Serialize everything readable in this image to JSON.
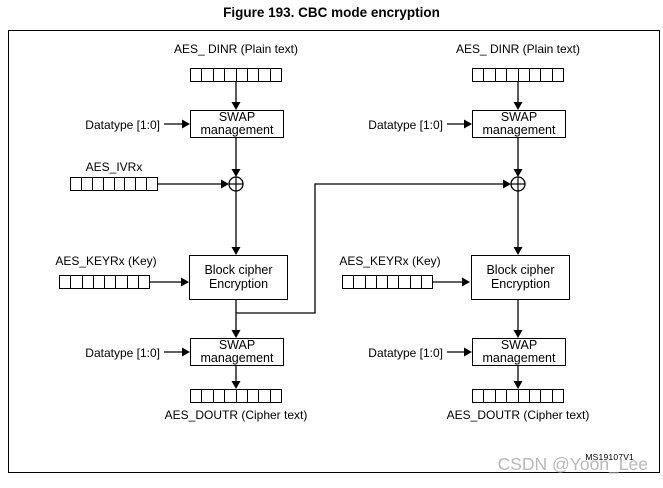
{
  "title": "Figure 193. CBC mode encryption",
  "figure_code": "MS19107V1",
  "watermark": "CSDN @Yoon_Lee",
  "diagram": {
    "register_cells": 8,
    "xor_symbol": "⊕",
    "colors": {
      "line": "#000000",
      "box_border": "#000000",
      "watermark": "#b8b8b8"
    },
    "columns": [
      {
        "input_register_label": "AES_ DINR (Plain text)",
        "datatype_label_top": "Datatype [1:0]",
        "swap_top": {
          "line1": "SWAP",
          "line2": "management"
        },
        "iv_register_label": "AES_IVRx",
        "key_register_label": "AES_KEYRx (Key)",
        "cipher_box": {
          "line1": "Block cipher",
          "line2": "Encryption"
        },
        "datatype_label_bottom": "Datatype [1:0]",
        "swap_bottom": {
          "line1": "SWAP",
          "line2": "management"
        },
        "output_register_label": "AES_DOUTR (Cipher text)"
      },
      {
        "input_register_label": "AES_ DINR (Plain text)",
        "datatype_label_top": "Datatype [1:0]",
        "swap_top": {
          "line1": "SWAP",
          "line2": "management"
        },
        "key_register_label": "AES_KEYRx (Key)",
        "cipher_box": {
          "line1": "Block cipher",
          "line2": "Encryption"
        },
        "datatype_label_bottom": "Datatype [1:0]",
        "swap_bottom": {
          "line1": "SWAP",
          "line2": "management"
        },
        "output_register_label": "AES_DOUTR (Cipher text)"
      }
    ]
  }
}
